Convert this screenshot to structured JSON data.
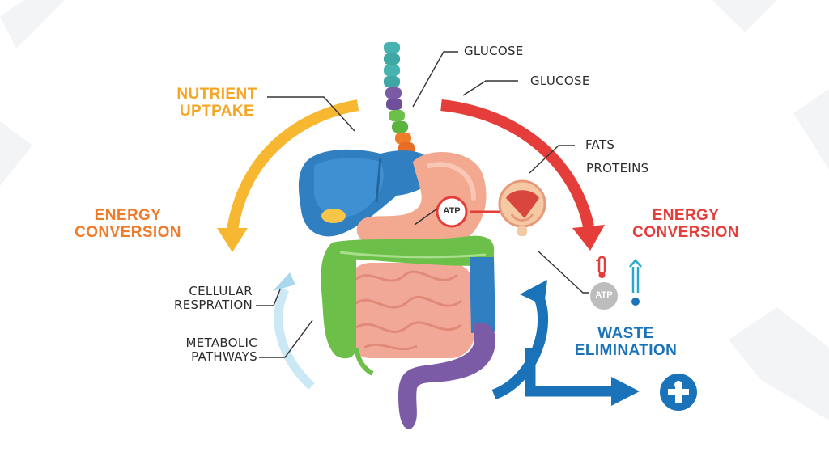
{
  "labels": {
    "glucose_1": "GLUCOSE",
    "glucose_2": "GLUCOSE",
    "fats": "FATS",
    "proteins": "PROTEINS",
    "nutrient_uptake": "NUTRIENT\nUPTPAKE",
    "energy_conversion_left": "ENERGY\nCONVERSION",
    "energy_conversion_right": "ENERGY\nCONVERSION",
    "cellular_respiration": "CELLULAR\nRESPRATION",
    "metabolic_pathways": "METABOLIC\nPATHWAYS",
    "waste_elimination": "WASTE\nELIMINATION",
    "atp_center": "ATP",
    "atp_right": "ATP"
  },
  "colors": {
    "nutrient": "#f5a623",
    "energy_left": "#f07c2a",
    "energy_right": "#e53e3a",
    "waste": "#1a73b8",
    "cellular": "#a9d8ee",
    "liver": "#2f7fc1",
    "stomach": "#f3a98f",
    "intestine_small": "#f2a896",
    "colon_green": "#6cc04a",
    "colon_blue": "#2f7fc1",
    "rectum_purple": "#7b5aa6",
    "esophagus_teal": "#46b3b0"
  },
  "icons": [
    "thermometer-icon",
    "energy-up-icon",
    "waste-cross-icon",
    "gallbladder-icon",
    "bladder-organ-icon"
  ]
}
